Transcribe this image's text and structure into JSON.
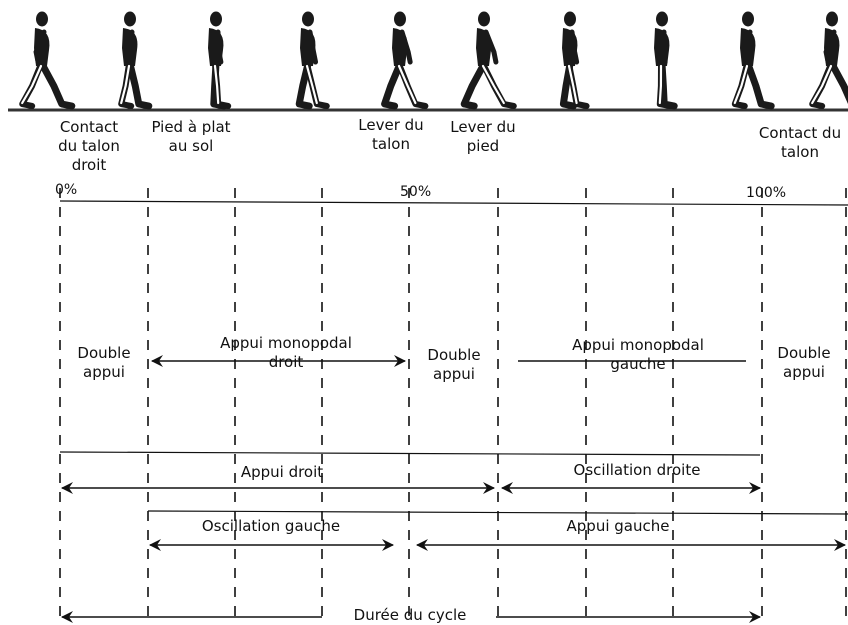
{
  "figures_alt": "walking-silhouette-sequence",
  "events": [
    {
      "id": "contact-right",
      "label": "Contact\ndu talon\ndroit"
    },
    {
      "id": "foot-flat",
      "label": "Pied à plat\nau sol"
    },
    {
      "id": "heel-off",
      "label": "Lever du\ntalon"
    },
    {
      "id": "toe-off",
      "label": "Lever du\npied"
    },
    {
      "id": "contact-next",
      "label": "Contact du\ntalon"
    }
  ],
  "percent": {
    "p0": "0%",
    "p50": "50%",
    "p100": "100%"
  },
  "phases": {
    "double_1": "Double\nappui",
    "mono_right": "Appui monopodal\ndroit",
    "double_2": "Double\nappui",
    "mono_left": "Appui monopodal\ngauche",
    "double_3": "Double\nappui"
  },
  "bands": {
    "stance_right": "Appui droit",
    "swing_right": "Oscillation droite",
    "swing_left": "Oscillation gauche",
    "stance_left": "Appui gauche",
    "cycle": "Durée du cycle"
  },
  "colors": {
    "ink": "#111111",
    "figure": "#1a1a1a",
    "ground": "#333333"
  }
}
